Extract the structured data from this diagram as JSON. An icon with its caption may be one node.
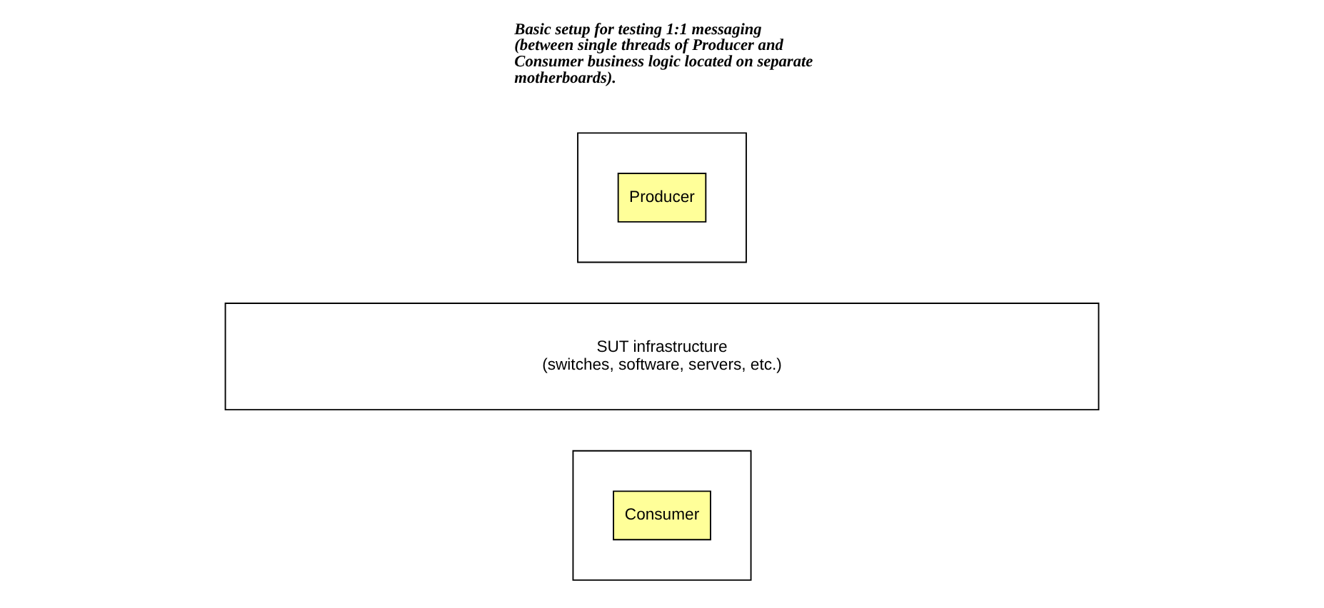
{
  "diagram": {
    "nodes": [
      {
        "text": [],
        "shape": "box"
      },
      {
        "text": [
          "Producer"
        ],
        "in": 0
      },
      {
        "text": [
          "SUT infrastructure",
          "(switches, software, servers, etc.)"
        ]
      },
      {
        "text": [],
        "shape": "box"
      },
      {
        "text": [
          "Consumer"
        ],
        "in": 3
      }
    ],
    "labels": [
      "Basic setup for testing 1:1 messaging (between single threads of Producer and Consumer business logic located on separate motherboards)."
    ]
  }
}
